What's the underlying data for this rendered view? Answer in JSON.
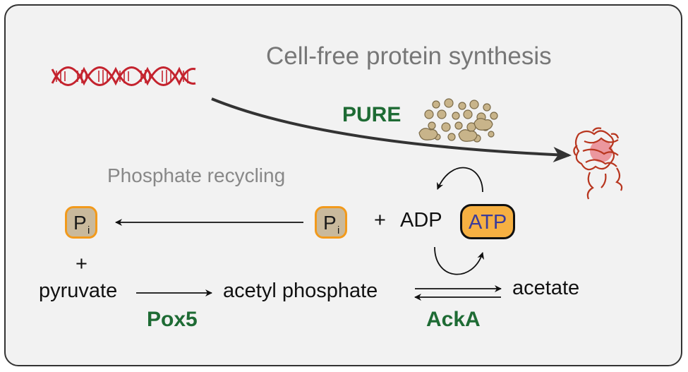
{
  "title": "Cell-free protein synthesis",
  "pure_label": "PURE",
  "phosphate_recycling_label": "Phosphate recycling",
  "pi": {
    "letter": "P",
    "subscript": "i"
  },
  "plus": "+",
  "adp": "ADP",
  "atp": "ATP",
  "pyruvate": "pyruvate",
  "acetyl_phosphate": "acetyl phosphate",
  "acetate": "acetate",
  "enzyme_pox5": "Pox5",
  "enzyme_acka": "AckA",
  "colors": {
    "enzyme_green": "#1e6b34",
    "pi_border": "#f29a1c",
    "pi_fill": "#c9b99c",
    "atp_fill": "#f6b042",
    "atp_text": "#3b3b9a",
    "dna_red": "#c4232e",
    "protein_red": "#b8361f",
    "beads": "#c8b48a"
  },
  "icons": [
    "dna-helix-icon",
    "ribosome-beads-icon",
    "folded-protein-icon"
  ]
}
